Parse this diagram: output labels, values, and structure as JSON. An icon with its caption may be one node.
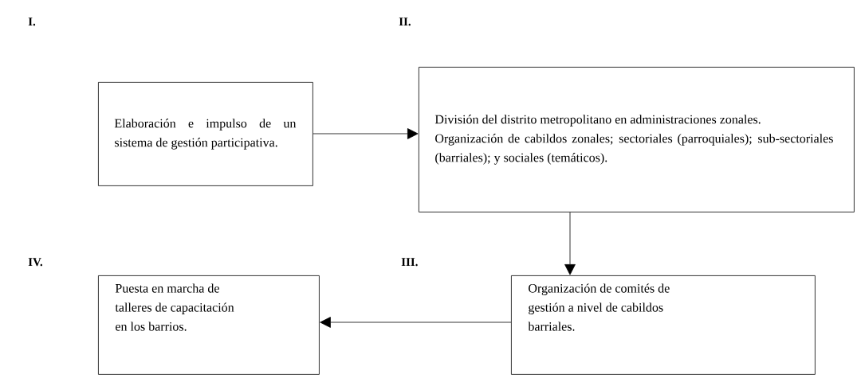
{
  "diagram": {
    "nodes": [
      {
        "text": [
          "Elaboración e impulso de un sistema de gestión participativa."
        ]
      },
      {
        "text": [
          "División del distrito metropolitano en administraciones zonales.",
          "Organización de cabildos zonales; sectoriales (parroquiales); sub-sectoriales (barriales); y sociales (temáticos)."
        ]
      },
      {
        "text": [
          "Organización de comités de gestión a nivel de cabildos barriales."
        ]
      },
      {
        "text": [
          "Puesta en marcha de talleres de capacitación en los barrios."
        ]
      }
    ],
    "edges": [
      {
        "from": 0,
        "to": 1,
        "arrow": "to"
      },
      {
        "from": 1,
        "to": 2,
        "arrow": "to"
      },
      {
        "from": 2,
        "to": 3,
        "arrow": "to"
      }
    ],
    "labels": [
      "I.",
      "II.",
      "IV.",
      "III."
    ]
  }
}
